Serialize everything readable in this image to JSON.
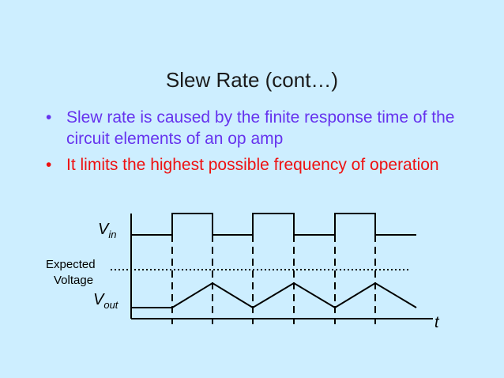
{
  "slide": {
    "title": "Slew Rate (cont…)",
    "bullets": [
      {
        "text": "Slew rate is caused by the finite response time of the circuit elements of an op amp",
        "color": "#6633ee"
      },
      {
        "text": "It limits the highest possible frequency of operation",
        "color": "#ee1111"
      }
    ],
    "bullet_glyph": "•"
  },
  "diagram": {
    "vin_label": {
      "main": "V",
      "sub": "in"
    },
    "vout_label": {
      "main": "V",
      "sub": "out"
    },
    "expected_label_line1": "Expected",
    "expected_label_line2": "Voltage",
    "time_label": "t"
  }
}
